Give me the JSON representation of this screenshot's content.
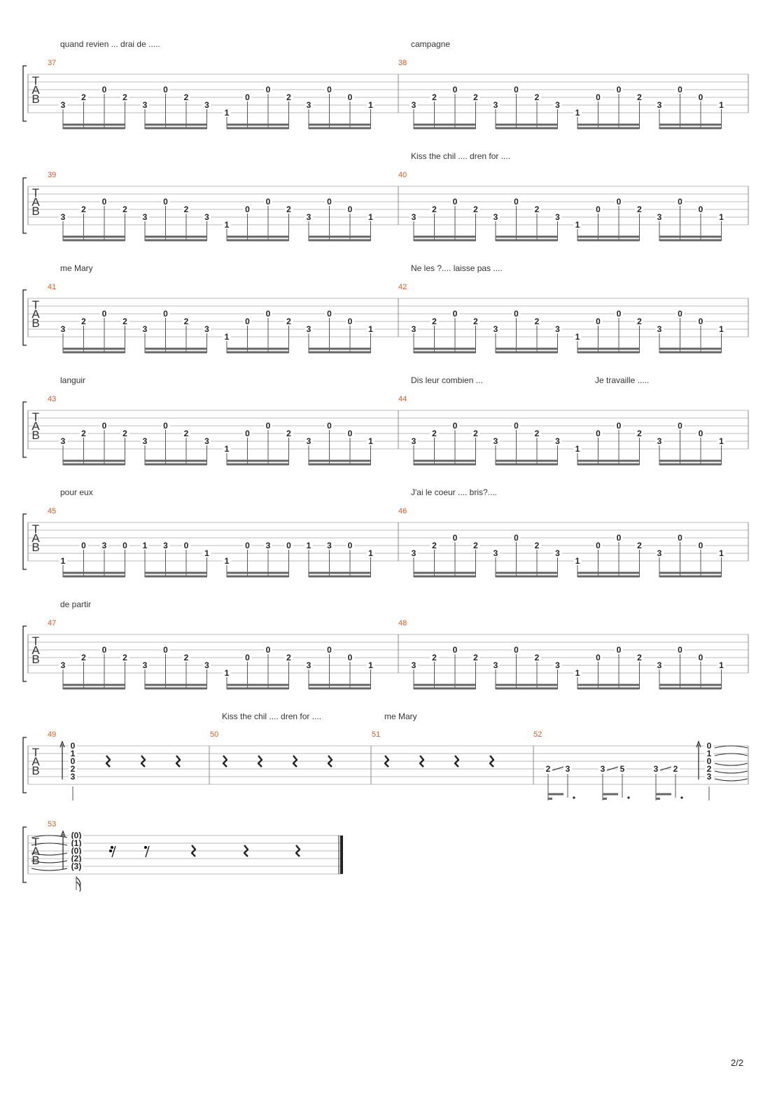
{
  "page_number": "2/2",
  "tab_label": [
    "T",
    "A",
    "B"
  ],
  "colors": {
    "measure_number": "#e05a1e",
    "staff_line": "#bbbbbb",
    "ink": "#222222"
  },
  "rows": [
    {
      "lyrics": [
        "quand revien ... drai de  .....",
        "campagne"
      ],
      "measures": [
        {
          "number": "37",
          "pattern": "A"
        },
        {
          "number": "38",
          "pattern": "A"
        }
      ]
    },
    {
      "lyrics": [
        "Kiss the chil .... dren for ...."
      ],
      "measures": [
        {
          "number": "39",
          "pattern": "A"
        },
        {
          "number": "40",
          "pattern": "A"
        }
      ]
    },
    {
      "lyrics": [
        "me Mary",
        "Ne les ?.... laisse pas ...."
      ],
      "measures": [
        {
          "number": "41",
          "pattern": "A"
        },
        {
          "number": "42",
          "pattern": "A"
        }
      ]
    },
    {
      "lyrics": [
        "languir",
        "Dis leur combien ...",
        "Je travaille ....."
      ],
      "measures": [
        {
          "number": "43",
          "pattern": "A"
        },
        {
          "number": "44",
          "pattern": "A"
        }
      ]
    },
    {
      "lyrics": [
        "pour eux",
        "J'ai le coeur .... bris?...."
      ],
      "measures": [
        {
          "number": "45",
          "pattern": "B"
        },
        {
          "number": "46",
          "pattern": "A"
        }
      ]
    },
    {
      "lyrics": [
        "de partir"
      ],
      "measures": [
        {
          "number": "47",
          "pattern": "A"
        },
        {
          "number": "48",
          "pattern": "A"
        }
      ]
    },
    {
      "lyrics": [
        "Kiss the chil .... dren for ....",
        "me Mary"
      ],
      "measures": [
        {
          "number": "49",
          "chord": [
            "0",
            "1",
            "0",
            "2",
            "3"
          ],
          "rests": 3
        },
        {
          "number": "50",
          "rests": 4
        },
        {
          "number": "51",
          "rests": 4
        },
        {
          "number": "52",
          "slides": [
            [
              "2",
              "3"
            ],
            [
              "3",
              "5"
            ],
            [
              "3",
              "2"
            ]
          ],
          "end_chord": [
            "0",
            "1",
            "0",
            "2",
            "3"
          ]
        }
      ]
    },
    {
      "lyrics": [],
      "measures": [
        {
          "number": "53",
          "chord": [
            "(0)",
            "(1)",
            "(0)",
            "(2)",
            "(3)"
          ],
          "rests": 5
        }
      ]
    }
  ],
  "patterns": {
    "A": [
      [
        [
          "5",
          "3"
        ],
        [
          "4",
          "2"
        ],
        [
          "3",
          "0"
        ],
        [
          "4",
          "2"
        ]
      ],
      [
        [
          "5",
          "3"
        ],
        [
          "3",
          "0"
        ],
        [
          "4",
          "2"
        ],
        [
          "5",
          "3"
        ]
      ],
      [
        [
          "6",
          "1"
        ],
        [
          "4",
          "0"
        ],
        [
          "3",
          "0"
        ],
        [
          "4",
          "2"
        ]
      ],
      [
        [
          "5",
          "3"
        ],
        [
          "3",
          "0"
        ],
        [
          "4",
          "0"
        ],
        [
          "5",
          "1"
        ]
      ]
    ],
    "B": [
      [
        [
          "6",
          "1"
        ],
        [
          "4",
          "0"
        ],
        [
          "4",
          "3"
        ],
        [
          "4",
          "0"
        ]
      ],
      [
        [
          "4",
          "1"
        ],
        [
          "4",
          "3"
        ],
        [
          "4",
          "0"
        ],
        [
          "5",
          "1"
        ]
      ],
      [
        [
          "6",
          "1"
        ],
        [
          "4",
          "0"
        ],
        [
          "4",
          "3"
        ],
        [
          "4",
          "0"
        ]
      ],
      [
        [
          "4",
          "1"
        ],
        [
          "4",
          "3"
        ],
        [
          "4",
          "0"
        ],
        [
          "5",
          "1"
        ]
      ]
    ]
  }
}
